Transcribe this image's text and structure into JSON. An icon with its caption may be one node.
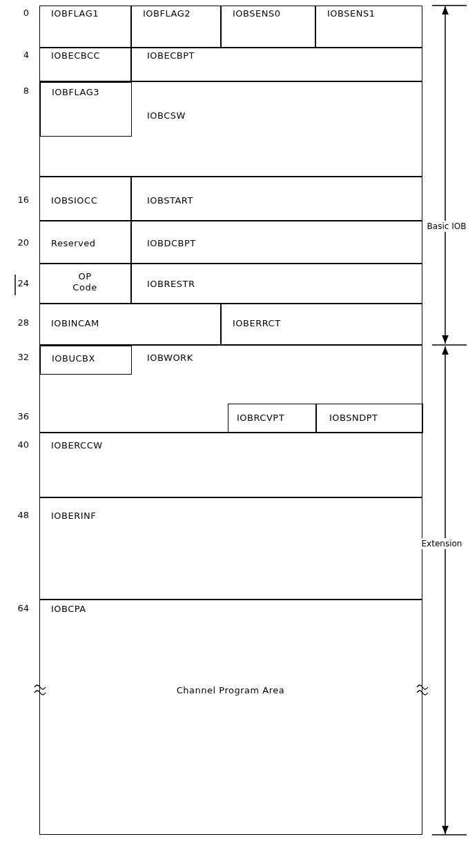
{
  "diagram": {
    "nodes": [
      {
        "text": [
          "IOBFLAG1"
        ]
      },
      {
        "text": [
          "IOBFLAG2"
        ]
      },
      {
        "text": [
          "IOBSENS0"
        ]
      },
      {
        "text": [
          "IOBSENS1"
        ]
      },
      {
        "text": [
          "IOBECBCC"
        ]
      },
      {
        "text": [
          "IOBECBPT"
        ]
      },
      {
        "text": [
          "IOBCSW"
        ]
      },
      {
        "text": [
          "IOBFLAG3"
        ],
        "in": 6
      },
      {
        "text": [
          "IOBSIOCC"
        ]
      },
      {
        "text": [
          "IOBSTART"
        ]
      },
      {
        "text": [
          "Reserved"
        ]
      },
      {
        "text": [
          "IOBDCBPT"
        ]
      },
      {
        "text": [
          "OP Code"
        ]
      },
      {
        "text": [
          "IOBRESTR"
        ]
      },
      {
        "text": [
          "IOBINCAM"
        ]
      },
      {
        "text": [
          "IOBERRCT"
        ]
      },
      {
        "text": [
          "IOBWORK"
        ]
      },
      {
        "text": [
          "IOBUCBX"
        ],
        "in": 16
      },
      {
        "text": [
          "IOBRCVPT"
        ],
        "in": 16
      },
      {
        "text": [
          "IOBSNDPT"
        ],
        "in": 16
      },
      {
        "text": [
          "IOBERCCW"
        ]
      },
      {
        "text": [
          "IOBERINF"
        ]
      },
      {
        "text": [
          "IOBCPA",
          "Channel Program Area"
        ]
      }
    ],
    "edges": [],
    "labels": [
      "0",
      "4",
      "8",
      "16",
      "20",
      "24",
      "28",
      "32",
      "36",
      "40",
      "48",
      "64",
      "Basic IOB",
      "Extension"
    ]
  }
}
